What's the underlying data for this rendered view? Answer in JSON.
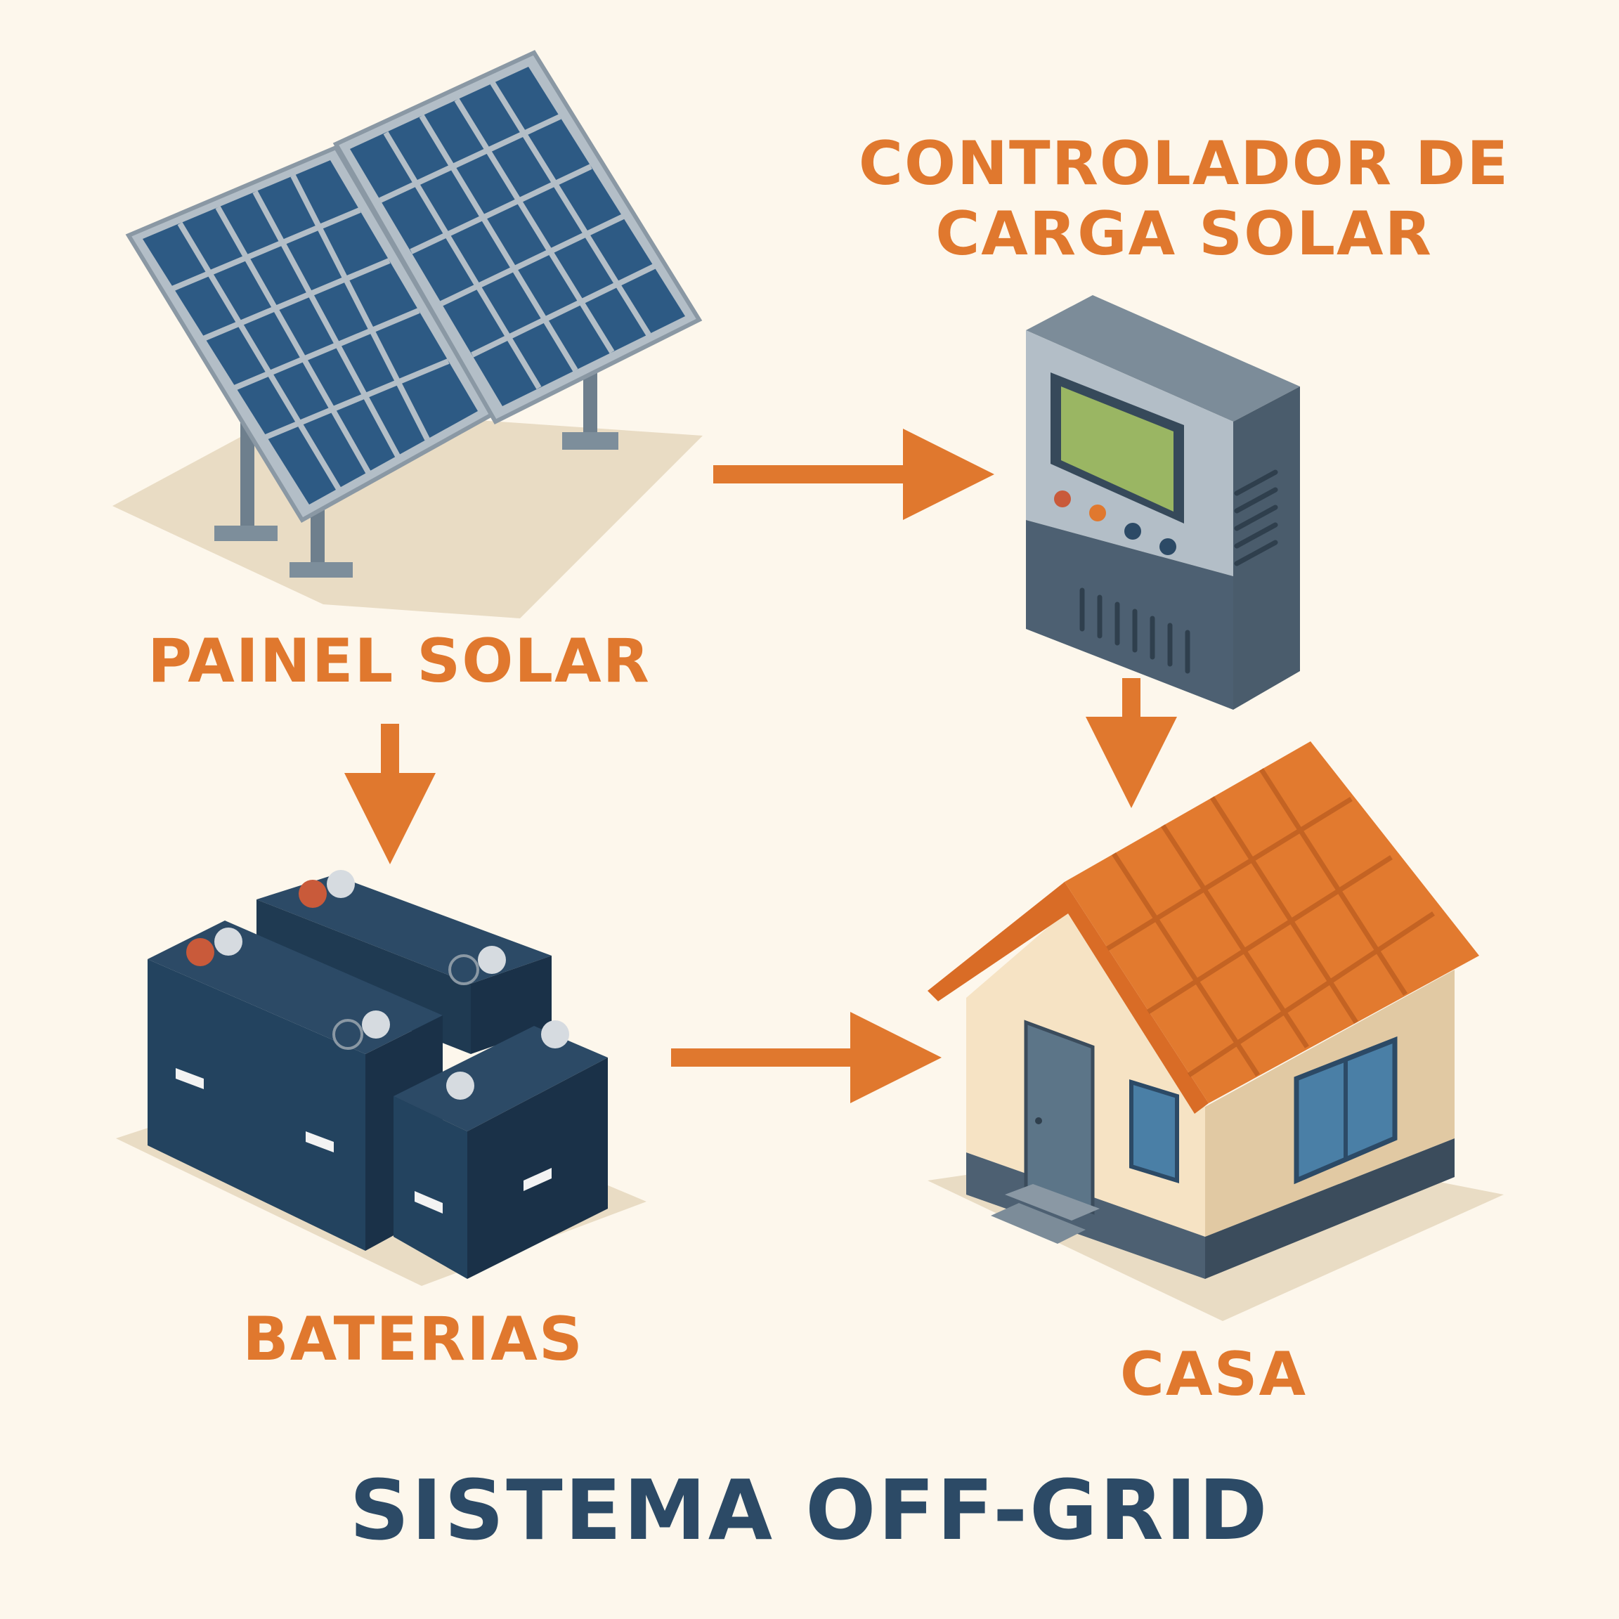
{
  "title": "SISTEMA OFF-GRID",
  "nodes": {
    "solar_panel": {
      "label": "PAINEL SOLAR"
    },
    "charge_controller": {
      "label_line1": "CONTROLADOR DE",
      "label_line2": "CARGA SOLAR"
    },
    "batteries": {
      "label": "BATERIAS"
    },
    "house": {
      "label": "CASA"
    }
  },
  "edges": [
    {
      "from": "solar_panel",
      "to": "charge_controller"
    },
    {
      "from": "solar_panel",
      "to": "batteries"
    },
    {
      "from": "charge_controller",
      "to": "house"
    },
    {
      "from": "batteries",
      "to": "house"
    }
  ],
  "colors": {
    "background": "#fdf7ec",
    "accent": "#e0782e",
    "title": "#2c4a66",
    "panel_cell": "#2d5a84",
    "battery": "#23435f",
    "roof": "#e27a2f",
    "wall": "#f6e3c4",
    "screen": "#9ab663"
  }
}
